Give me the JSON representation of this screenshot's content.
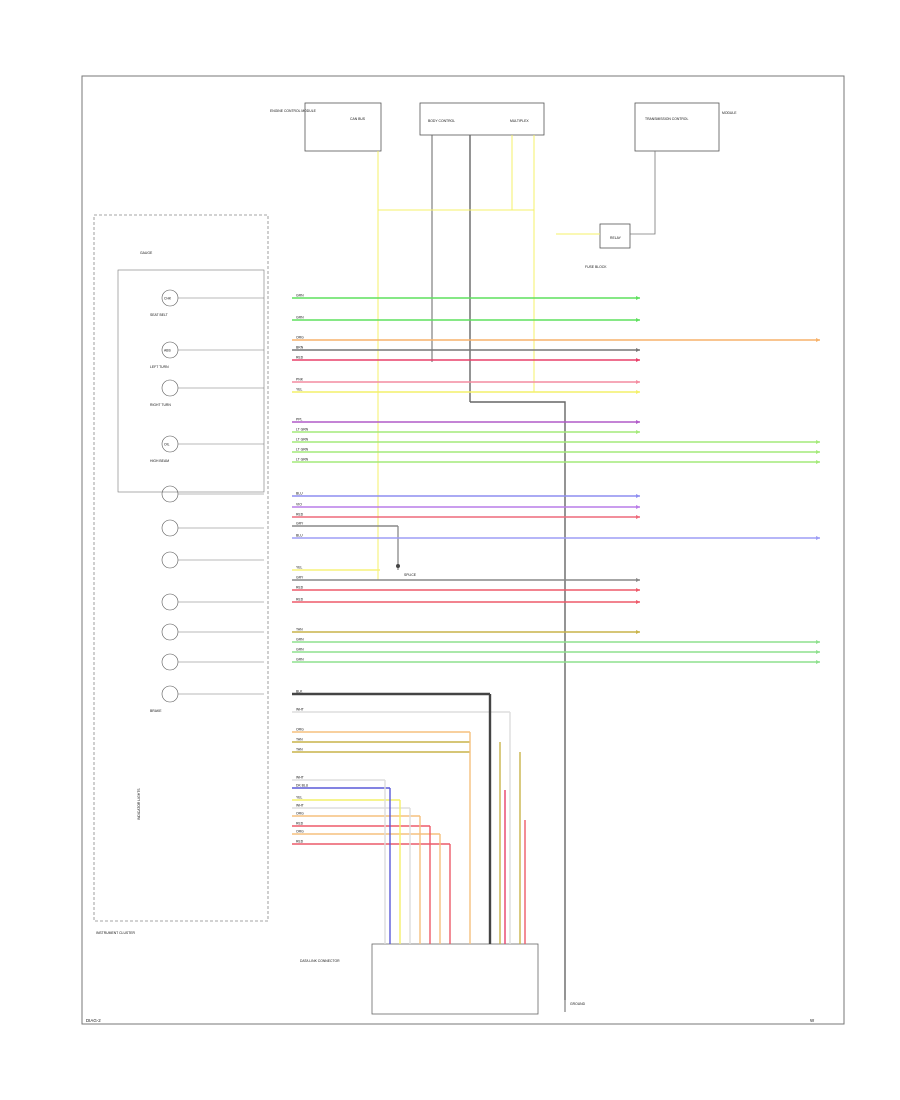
{
  "page_label": "W",
  "footer_code": "DIAG-2",
  "cluster_label": "INSTRUMENT CLUSTER",
  "cluster_inner_label": "INDICATOR LIGHTS",
  "cluster_top_label": "GAUGE",
  "modules": [
    {
      "name": "ENGINE CONTROL MODULE",
      "desc": "CAN BUS"
    },
    {
      "name": "BODY CONTROL",
      "desc": "MULTIPLEX"
    },
    {
      "name": "TRANSMISSION CONTROL",
      "desc": "MODULE"
    }
  ],
  "relay_label": "RELAY",
  "relay_desc": "FUSE BLOCK",
  "splice_label": "SPLICE",
  "lower_module_label": "DATA LINK CONNECTOR",
  "ground_label": "GROUND",
  "indicators": [
    {
      "sym": "CHK",
      "label": "SEAT BELT"
    },
    {
      "sym": "ABS",
      "label": "LEFT TURN"
    },
    {
      "sym": "",
      "label": "RIGHT TURN"
    },
    {
      "sym": "OIL",
      "label": "HIGH BEAM"
    },
    {
      "sym": "",
      "label": ""
    },
    {
      "sym": "",
      "label": ""
    },
    {
      "sym": "",
      "label": ""
    },
    {
      "sym": "",
      "label": ""
    },
    {
      "sym": "",
      "label": ""
    },
    {
      "sym": "",
      "label": ""
    },
    {
      "sym": "",
      "label": "BRAKE"
    }
  ],
  "wires": [
    {
      "code": "GRN",
      "color": "#5fe05f"
    },
    {
      "code": "GRN",
      "color": "#5fe05f"
    },
    {
      "code": "ORG",
      "color": "#f7b26b"
    },
    {
      "code": "BRN",
      "color": "#777777"
    },
    {
      "code": "RED",
      "color": "#e8406a"
    },
    {
      "code": "PNK",
      "color": "#f48ca0"
    },
    {
      "code": "YEL",
      "color": "#f4f06a"
    },
    {
      "code": "PPL",
      "color": "#b15ac9"
    },
    {
      "code": "LT GRN",
      "color": "#a4ea7a"
    },
    {
      "code": "BLU",
      "color": "#8e8ef0"
    },
    {
      "code": "VIO",
      "color": "#b97de8"
    },
    {
      "code": "RED",
      "color": "#ee6a7a"
    },
    {
      "code": "GRY",
      "color": "#888888"
    },
    {
      "code": "BLU",
      "color": "#9d9df5"
    },
    {
      "code": "YEL",
      "color": "#f7f27a"
    },
    {
      "code": "RED",
      "color": "#ee5a6a"
    },
    {
      "code": "TAN",
      "color": "#c9b44a"
    },
    {
      "code": "GRN",
      "color": "#8ee08e"
    },
    {
      "code": "BLK",
      "color": "#444444"
    },
    {
      "code": "WHT",
      "color": "#dddddd"
    },
    {
      "code": "ORG",
      "color": "#f5c07e"
    },
    {
      "code": "DK BLU",
      "color": "#5a5ad8"
    },
    {
      "code": "RED",
      "color": "#ec5a6a"
    }
  ]
}
